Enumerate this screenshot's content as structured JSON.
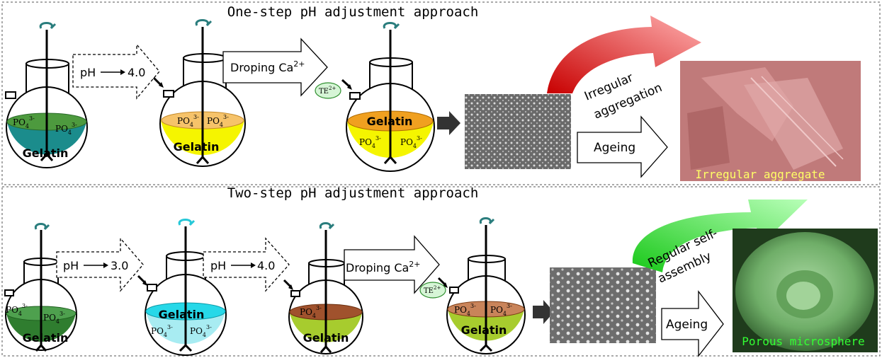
{
  "panels": {
    "top": {
      "title": "One-step pH adjustment approach",
      "arrow_ph": "pH",
      "arrow_ph_value": "4.0",
      "arrow_dropping": "Droping Ca",
      "arrow_dropping_sup": "2+",
      "te_label": "TE",
      "te_sup": "2+",
      "flask1": {
        "label": "Gelatin",
        "ion_a": "PO",
        "ion_b": "PO"
      },
      "flask2": {
        "label": "Gelatin",
        "ion_a": "PO",
        "ion_b": "PO"
      },
      "flask3": {
        "label": "Gelatin",
        "ion_a": "PO",
        "ion_b": "PO"
      },
      "curved_label_1": "Irregular",
      "curved_label_2": "aggregation",
      "ageing": "Ageing",
      "result_caption": "Irregular aggregate"
    },
    "bottom": {
      "title": "Two-step pH adjustment approach",
      "arrow_ph1": "pH",
      "arrow_ph1_value": "3.0",
      "arrow_ph2": "pH",
      "arrow_ph2_value": "4.0",
      "arrow_dropping": "Droping Ca",
      "arrow_dropping_sup": "2+",
      "te_label": "TE",
      "te_sup": "2+",
      "flask1": {
        "label": "Gelatin",
        "ion_a": "PO",
        "ion_b": "PO"
      },
      "flask2": {
        "label": "Gelatin",
        "ion_a": "PO",
        "ion_b": "PO"
      },
      "flask3": {
        "label": "Gelatin",
        "ion_a": "PO"
      },
      "flask4": {
        "label": "Gelatin",
        "ion_a": "PO",
        "ion_b": "PO"
      },
      "curved_label_1": "Regular self-",
      "curved_label_2": "assembly",
      "ageing": "Ageing",
      "result_caption": "Porous microsphere"
    }
  },
  "ion_sub": "4",
  "ion_sup": "3-",
  "colors": {
    "teal": "#1b8c8c",
    "green_dark": "#2f7d2f",
    "yellow": "#f2f200",
    "orange": "#f0a020",
    "cyan": "#27d8e8",
    "brown": "#a0522d",
    "olive": "#a7cc2e",
    "red_arrow": "#e83030",
    "green_arrow": "#44ee44",
    "caption_yellow": "#ffff66",
    "caption_green": "#33ff33"
  }
}
